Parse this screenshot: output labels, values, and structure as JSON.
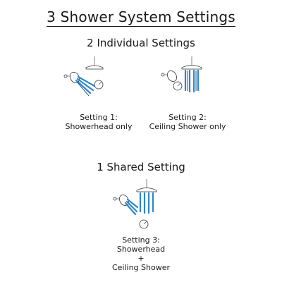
{
  "title": "3 Shower System Settings",
  "individual_heading": "2 Individual Settings",
  "shared_heading": "1 Shared Setting",
  "settings": [
    {
      "label": "Setting 1:",
      "description": "Showerhead only"
    },
    {
      "label": "Setting 2:",
      "description": "Ceiling Shower only"
    },
    {
      "label": "Setting 3:",
      "description_lines": [
        "Showerhead",
        "+",
        "Ceiling Shower"
      ]
    }
  ],
  "colors": {
    "spray": "#2e86c8",
    "spray_dark": "#1f3f7a",
    "text": "#1a1a1a"
  }
}
